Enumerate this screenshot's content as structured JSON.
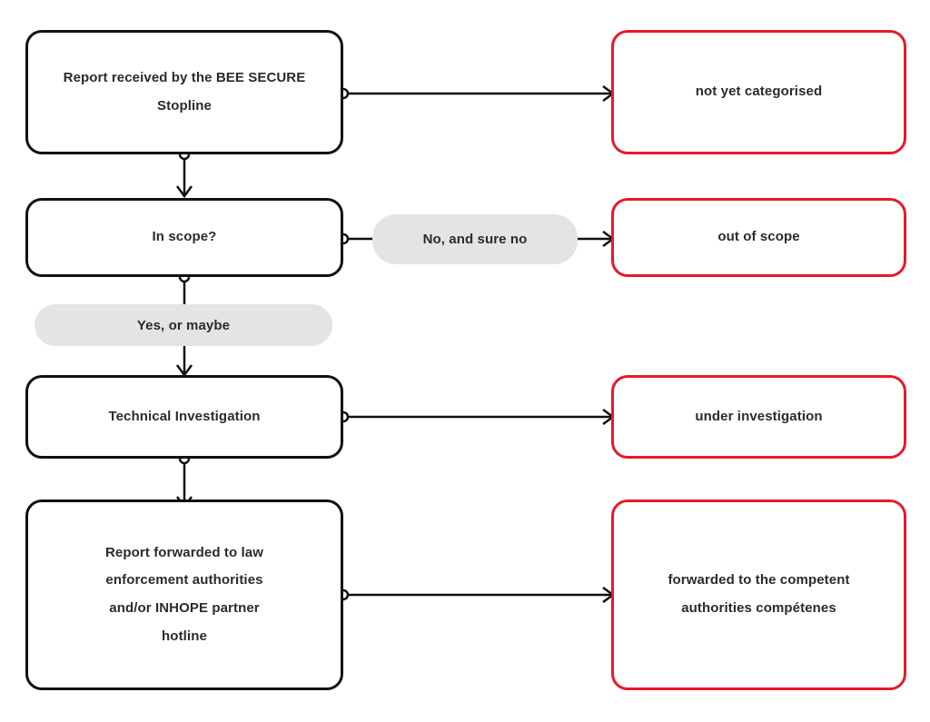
{
  "diagram": {
    "title": "BEE SECURE Stopline report handling flow",
    "colors": {
      "process_border": "#111111",
      "status_border": "#E8192C",
      "pill_background": "#E4E4E4",
      "text": "#2b2b2b",
      "canvas_background": "#ffffff",
      "connector": "#111111"
    }
  },
  "nodes": {
    "process": [
      {
        "id": "report-received",
        "lines": [
          "Report received by the BEE SECURE",
          "Stopline"
        ]
      },
      {
        "id": "in-scope",
        "lines": [
          "In scope?"
        ]
      },
      {
        "id": "technical-investigation",
        "lines": [
          "Technical Investigation"
        ]
      },
      {
        "id": "report-forwarded",
        "lines": [
          "Report forwarded to law",
          "enforcement authorities",
          "and/or INHOPE partner",
          "hotline"
        ]
      }
    ],
    "status": [
      {
        "id": "not-yet-categorised",
        "lines": [
          "not yet categorised"
        ]
      },
      {
        "id": "out-of-scope",
        "lines": [
          "out of scope"
        ]
      },
      {
        "id": "under-investigation",
        "lines": [
          "under investigation"
        ]
      },
      {
        "id": "forwarded-competent",
        "lines": [
          "forwarded to the competent",
          "authorities compétenes"
        ]
      }
    ]
  },
  "edge_labels": [
    {
      "id": "no-and-sure-no",
      "text": "No, and sure no"
    },
    {
      "id": "yes-or-maybe",
      "text": "Yes, or maybe"
    }
  ]
}
